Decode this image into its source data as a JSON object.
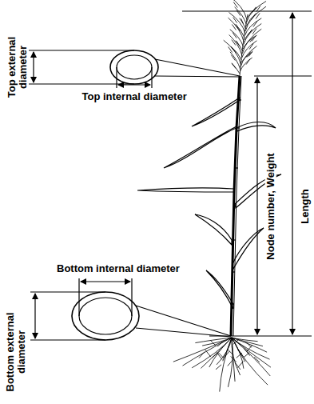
{
  "diagram": {
    "labels": [
      "Top external diameter",
      "Top internal diameter",
      "Bottom internal diameter",
      "Bottom external diameter",
      "Node number, Weight",
      "Length"
    ]
  }
}
